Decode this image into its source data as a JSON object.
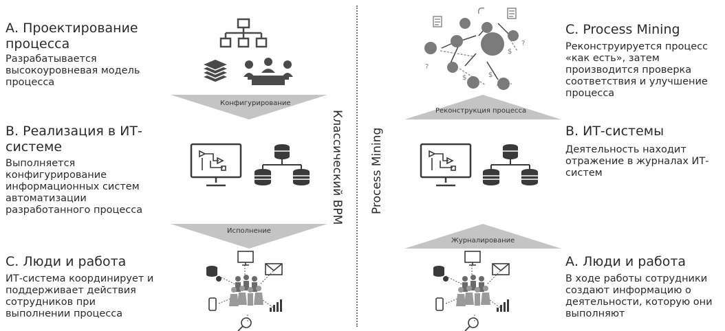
{
  "left": {
    "a": {
      "title": "А. Проектирование процесса",
      "title_lines": [
        "А. Проектирование",
        "процесса"
      ],
      "desc": "Разрабатывается высокоуровневая модель процесса",
      "desc_lines": [
        "Разрабатывается",
        "высокоуровневая модель",
        "процесса"
      ]
    },
    "b": {
      "title": "B. Реализация в ИТ-системе",
      "title_lines": [
        "B. Реализация в ИТ-",
        "системе"
      ],
      "desc": "Выполняется конфигурирование информационных систем автоматизации разработанного процесса",
      "desc_lines": [
        "Выполняется",
        "конфигурирование",
        "информационных систем",
        "автоматизации",
        "разработанного процесса"
      ]
    },
    "c": {
      "title": "C. Люди и работа",
      "desc": "ИТ-система координирует и поддерживает действия сотрудников при выполнении процесса",
      "desc_lines": [
        "ИТ-система координирует и",
        "поддерживает действия",
        "сотрудников при",
        "выполнении процесса"
      ]
    },
    "arrow1_label": "Конфигурирование",
    "arrow2_label": "Исполнение",
    "vertical_label": "Классический BPM"
  },
  "right": {
    "c": {
      "title": "C. Process Mining",
      "desc": "Реконструируется процесс «как есть», затем производится проверка соответствия и улучшение процесса",
      "desc_lines": [
        "Реконструируется процесс",
        "«как есть», затем",
        "производится проверка",
        "соответствия и улучшение",
        "процесса"
      ]
    },
    "b": {
      "title": "B. ИТ-системы",
      "desc": "Деятельность находит отражение в журналах ИТ-систем",
      "desc_lines": [
        "Деятельность находит",
        "отражение в журналах ИТ-",
        "систем"
      ]
    },
    "a": {
      "title": "А. Люди и работа",
      "desc": "В ходе работы сотрудники создают информацию о деятельности, которую они выполняют",
      "desc_lines": [
        "В ходе работы сотрудники",
        "создают информацию о",
        "деятельности, которую они",
        "выполняют"
      ]
    },
    "arrow1_label": "Реконструкция процесса",
    "arrow2_label": "Журналирование",
    "vertical_label": "Process Mining"
  },
  "colors": {
    "icon": "#4a4a4a",
    "triangle": "#c4c4c4",
    "text": "#2a2a2a",
    "node": "#7a7a7a"
  },
  "icons": {
    "org_chart": "org-chart-icon",
    "layers": "layers-icon",
    "meeting": "meeting-icon",
    "monitor": "monitor-process-icon",
    "database_tree": "database-tree-icon",
    "people_network": "people-network-icon",
    "process_graph": "process-mining-graph-icon"
  }
}
